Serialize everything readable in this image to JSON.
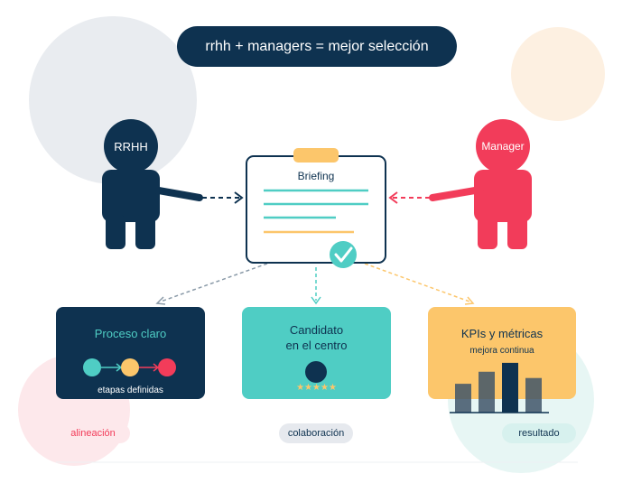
{
  "title": "rrhh + managers = mejor selección",
  "rrhh_label": "RRHH",
  "manager_label": "Manager",
  "briefing": {
    "title": "Briefing"
  },
  "cards": {
    "proceso": {
      "title": "Proceso claro",
      "subtitle": "etapas definidas"
    },
    "candidato": {
      "title_line1": "Candidato",
      "title_line2": "en el centro",
      "stars": "★★★★★"
    },
    "kpis": {
      "title": "KPIs y métricas",
      "subtitle": "mejora continua",
      "bar_levels": [
        0.55,
        0.78,
        0.95,
        0.66
      ]
    }
  },
  "tags": {
    "left": "alineación",
    "center": "colaboración",
    "right": "resultado"
  },
  "colors": {
    "navy": "#0e3250",
    "teal": "#4fcdc4",
    "red": "#f23c5a",
    "yellow": "#fcc66b",
    "grey_bubble": "#e8ebf0",
    "peach_bubble": "#fdf0e0",
    "pink_bubble": "#fde9ec",
    "mint_bubble": "#e6f6f4"
  }
}
